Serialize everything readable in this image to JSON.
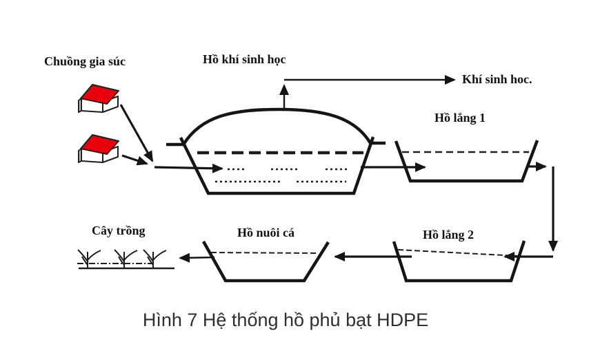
{
  "figure": {
    "caption": "Hình 7 Hệ thống hồ phủ bạt HDPE",
    "labels": {
      "barn": "Chuồng gia súc",
      "biogas_pond": "Hồ khí sinh học",
      "biogas_gas": "Khí sinh hoc.",
      "settling_pond_1": "Hồ lắng 1",
      "settling_pond_2": "Hồ lắng 2",
      "fish_pond": "Hồ nuôi cá",
      "crops": "Cây trồng"
    },
    "icons": {
      "barn": "house-3d-icon",
      "crops": "plant-sprout-icon"
    },
    "colors": {
      "roof_red": "#e8000d",
      "wall_gray": "#c9c9c9",
      "line_black": "#151515",
      "background": "#ffffff"
    }
  }
}
